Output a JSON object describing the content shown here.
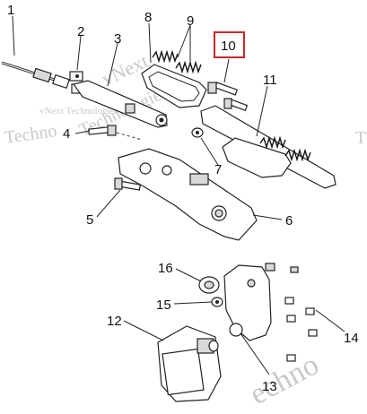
{
  "watermarks": {
    "top": "vNext Technologies",
    "diag1": "vNext",
    "diag2": "Technologies",
    "faint_left": "Techno",
    "faint_right": "T",
    "bottom": "echno"
  },
  "callouts": {
    "c1": "1",
    "c2": "2",
    "c3": "3",
    "c4": "4",
    "c5": "5",
    "c6": "6",
    "c7": "7",
    "c8": "8",
    "c9": "9",
    "c10": "10",
    "c11": "11",
    "c12": "12",
    "c13": "13",
    "c14": "14",
    "c15": "15",
    "c16": "16"
  },
  "colors": {
    "highlight": "#c62828",
    "line": "#222222",
    "watermark": "#c9c9c9"
  }
}
